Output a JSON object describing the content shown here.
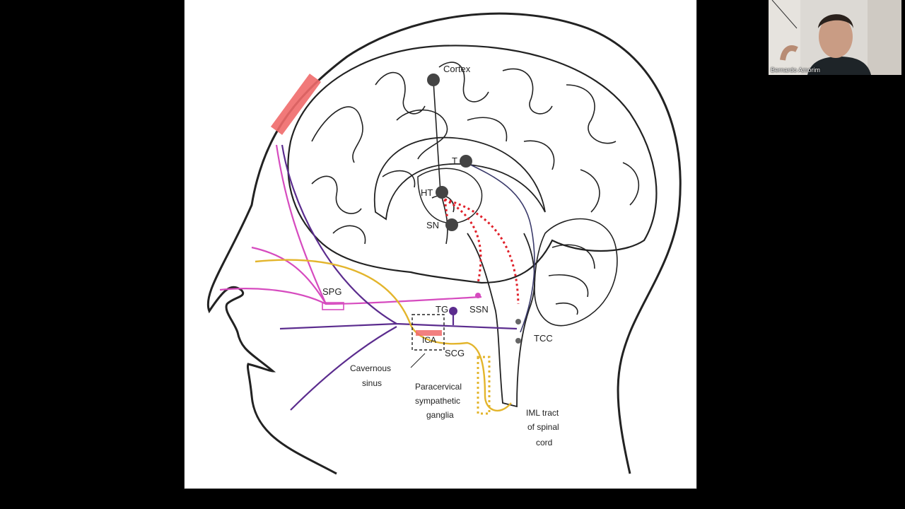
{
  "participant": {
    "name": "Bernardo Amorim"
  },
  "diagram": {
    "labels": {
      "cortex": "Cortex",
      "t": "T",
      "ht": "HT",
      "sn": "SN",
      "spg": "SPG",
      "tg": "TG",
      "ssn": "SSN",
      "ica": "ICA",
      "tcc": "TCC",
      "scg": "SCG",
      "cavernous_1": "Cavernous",
      "cavernous_2": "sinus",
      "paracervical_1": "Paracervical",
      "paracervical_2": "sympathetic",
      "paracervical_3": "ganglia",
      "iml_1": "IML tract",
      "iml_2": "of spinal",
      "iml_3": "cord"
    },
    "colors": {
      "magenta": "#d64bbf",
      "purple": "#5b2c8e",
      "yellow": "#e3b52c",
      "red": "#e0202a",
      "salmon": "#f06a6a",
      "dark": "#222222"
    }
  }
}
